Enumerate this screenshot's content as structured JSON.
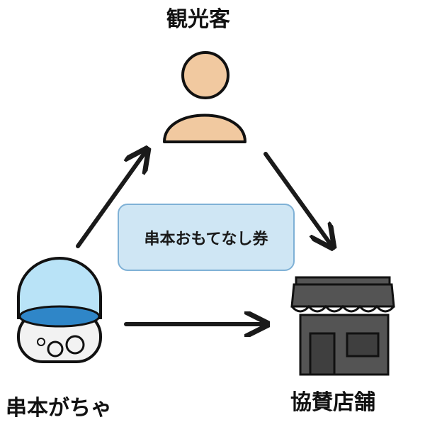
{
  "labels": {
    "tourist": "観光客",
    "gacha": "串本がちゃ",
    "shops": "協賛店舗",
    "voucher": "串本おもてなし券"
  },
  "icons": {
    "tourist": "person-icon",
    "gacha": "capsule-toy-icon",
    "shops": "storefront-icon"
  },
  "colors": {
    "person_fill": "#f1c9a0",
    "capsule_top": "#b9e3f7",
    "capsule_band": "#2f86c8",
    "store_fill": "#545454",
    "arrow": "#1a1a1a",
    "voucher_fill": "#cfe6f4",
    "voucher_border": "#7fb1d6"
  }
}
